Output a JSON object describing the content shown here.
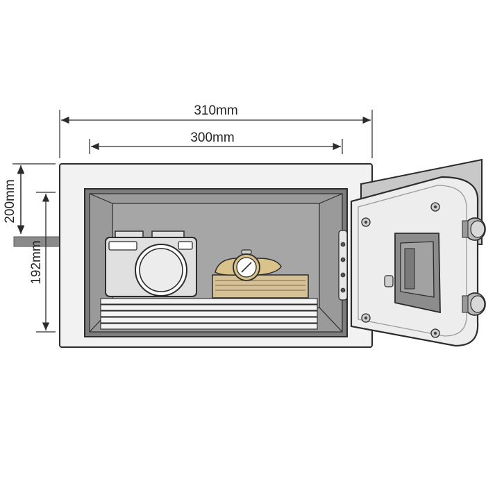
{
  "dimensions": {
    "outer_width": "310mm",
    "inner_width": "300mm",
    "outer_height": "200mm",
    "inner_height": "192mm"
  },
  "colors": {
    "line": "#2b2b2b",
    "safe_body": "#f2f2f2",
    "safe_interior_dark": "#7d7d7d",
    "safe_interior_mid": "#a6a6a6",
    "safe_interior_floor": "#8f8f8f",
    "floor_bar": "#8a8a8a",
    "door_face": "#ededed",
    "door_frame": "#c8c8c8",
    "keypad_panel": "#8c8c8c",
    "camera_body": "#e0e0e0",
    "watch_strap": "#d9c38a",
    "wood": "#d6c197",
    "paper": "#f4f4f4"
  },
  "icons": {
    "camera": "camera-icon",
    "watch": "wristwatch-icon",
    "document_stack": "paper-stack-icon",
    "wood_box": "wooden-box-icon",
    "hinge": "hinge-icon",
    "keypad_lock": "electronic-lock-icon",
    "door_bolt": "locking-bolt-icon"
  }
}
